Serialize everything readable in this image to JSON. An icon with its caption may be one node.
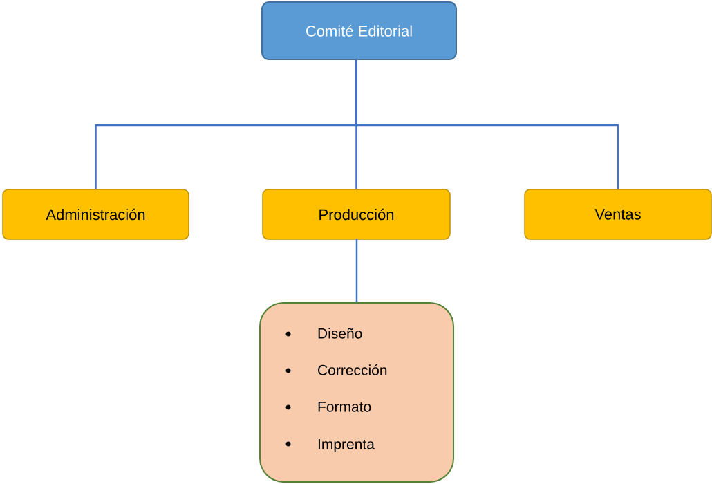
{
  "diagram": {
    "nodes": [
      {
        "text": [
          "Comité Editorial"
        ]
      },
      {
        "text": [
          "Administración"
        ]
      },
      {
        "text": [
          "Producción"
        ]
      },
      {
        "text": [
          "Ventas"
        ]
      },
      {
        "text": [
          "Diseño",
          "Corrección",
          "Formato",
          "Imprenta"
        ]
      }
    ],
    "edges": [
      {
        "from": 0,
        "to": 1,
        "arrow": "none"
      },
      {
        "from": 0,
        "to": 2,
        "arrow": "none"
      },
      {
        "from": 0,
        "to": 3,
        "arrow": "none"
      },
      {
        "from": 2,
        "to": 4,
        "arrow": "none"
      }
    ]
  }
}
